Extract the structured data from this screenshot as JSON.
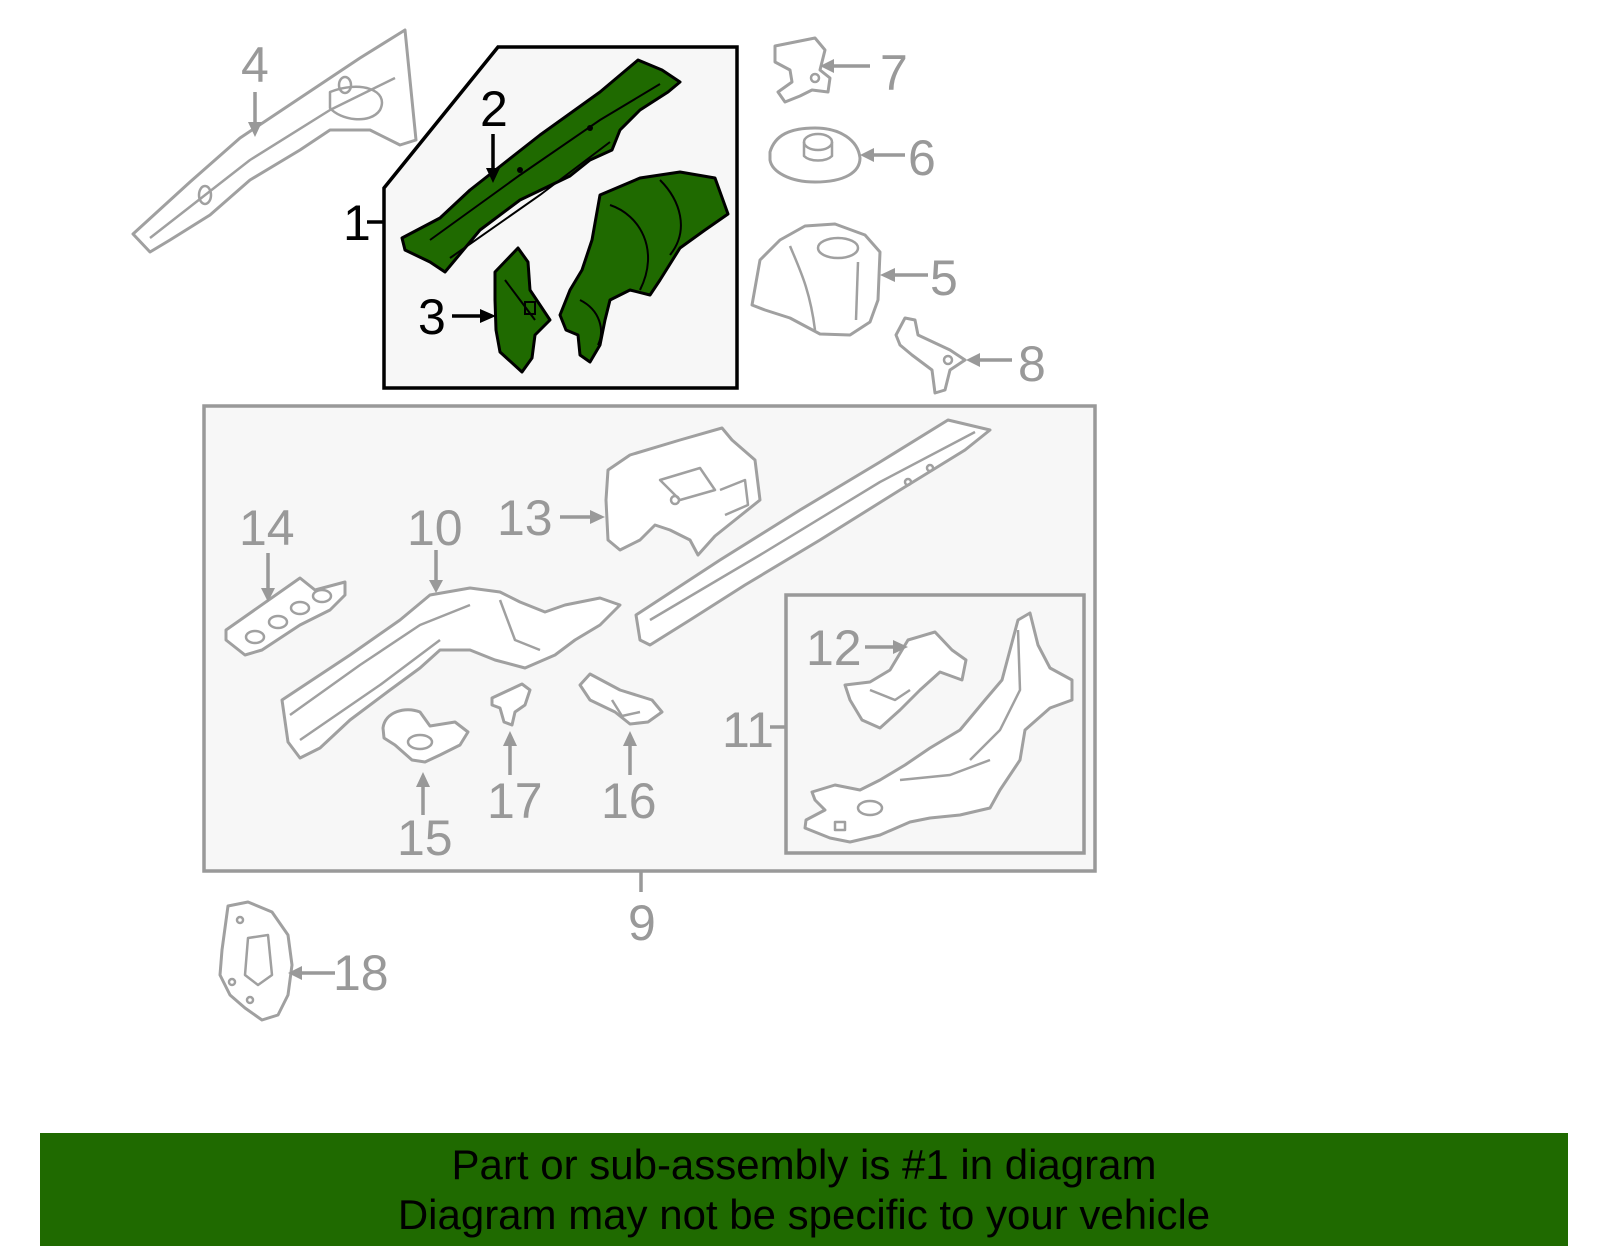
{
  "colors": {
    "highlight": "#1f6a00",
    "part_outline": "#a0a0a0",
    "label_gray": "#999999",
    "group_fill": "#f7f7f7"
  },
  "callouts": {
    "c1": "1",
    "c2": "2",
    "c3": "3",
    "c4": "4",
    "c5": "5",
    "c6": "6",
    "c7": "7",
    "c8": "8",
    "c9": "9",
    "c10": "10",
    "c11": "11",
    "c12": "12",
    "c13": "13",
    "c14": "14",
    "c15": "15",
    "c16": "16",
    "c17": "17",
    "c18": "18"
  },
  "banner": {
    "line1": "Part or sub-assembly is #1 in diagram",
    "line2": "Diagram may not be specific to your vehicle"
  }
}
